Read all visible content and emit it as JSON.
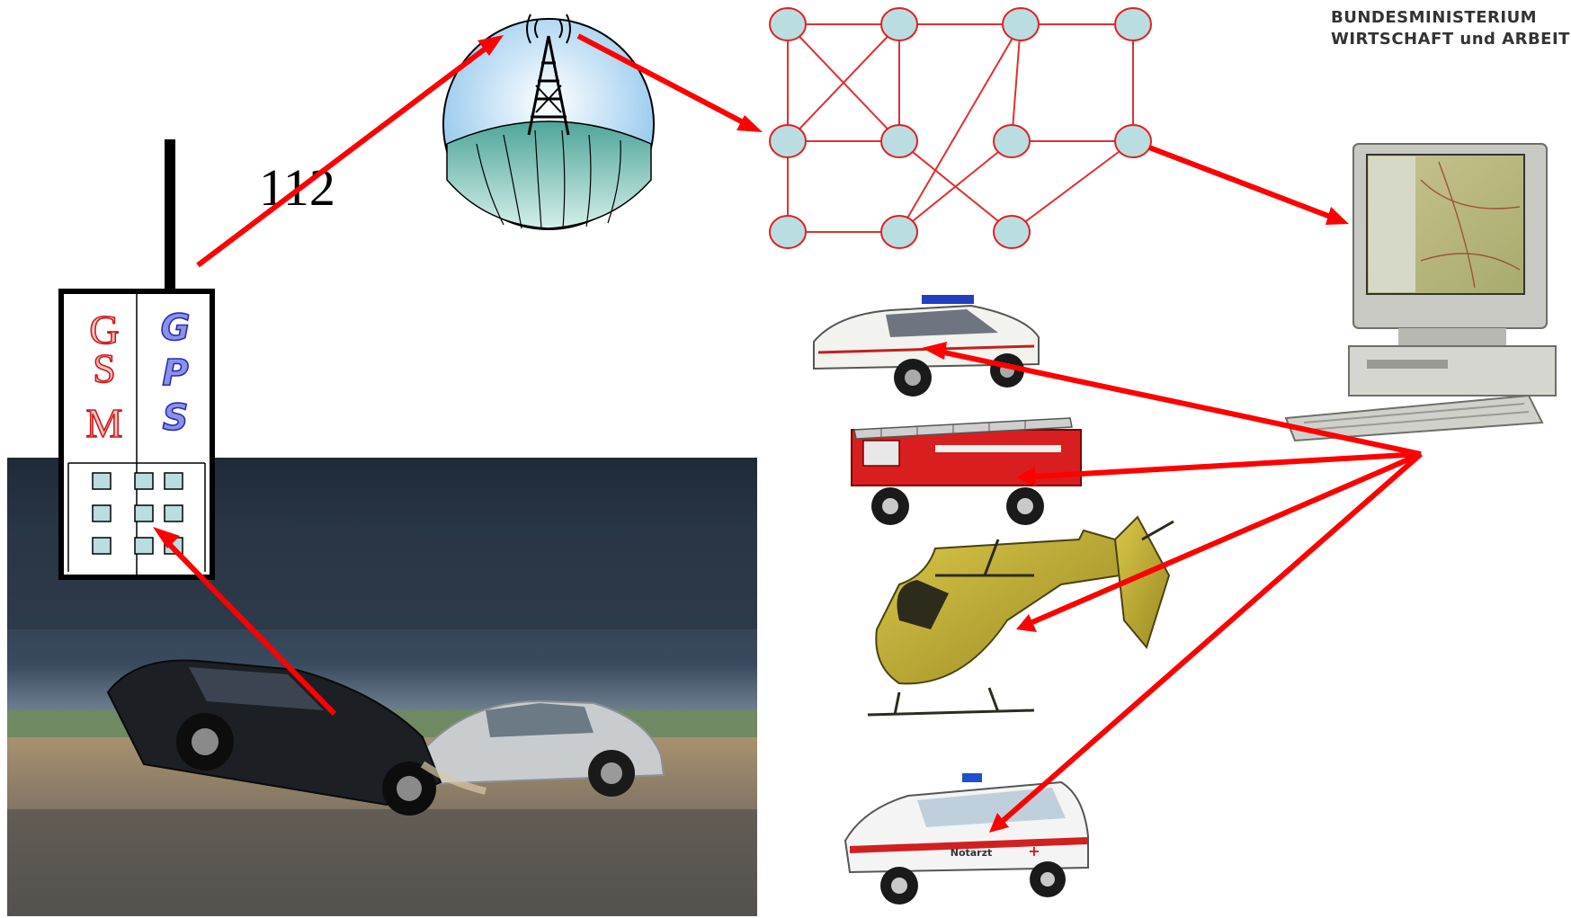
{
  "ministry": {
    "line1": "BUNDESMINISTERIUM",
    "line2": "WIRTSCHAFT und ARBEIT"
  },
  "phone": {
    "call_number": "112",
    "gsm_letters": [
      "G",
      "S",
      "M"
    ],
    "gps_letters": [
      "G",
      "P",
      "S"
    ]
  },
  "ambulance": {
    "label": "Notarzt",
    "cross": "+"
  },
  "colors": {
    "arrow": "#ff0000",
    "node_fill": "#b9dde0",
    "node_stroke": "#e02020",
    "edge": "#e03030"
  }
}
